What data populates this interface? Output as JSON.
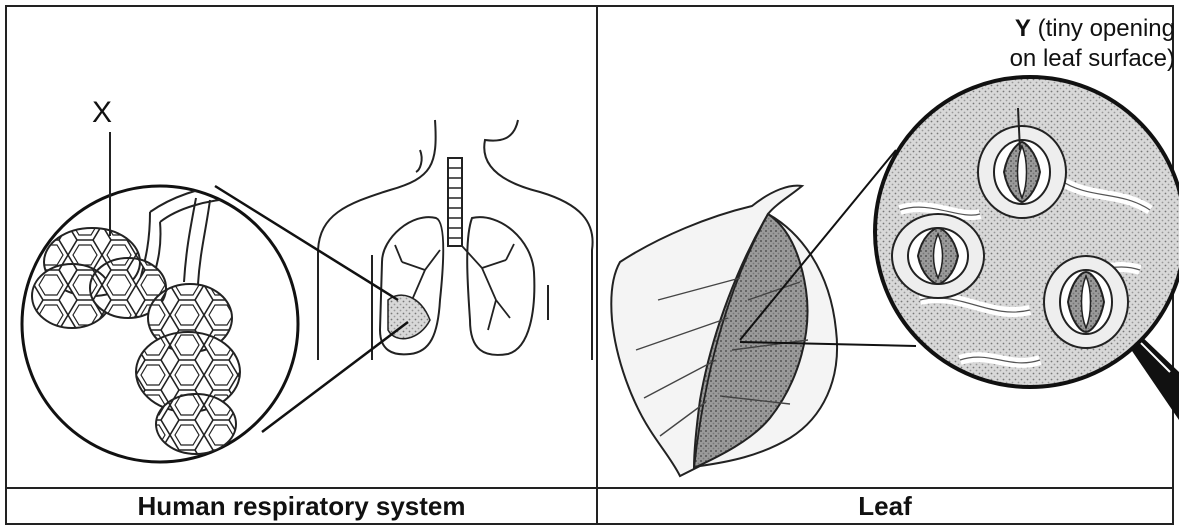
{
  "panels": [
    {
      "caption": "Human respiratory system"
    },
    {
      "caption": "Leaf"
    }
  ],
  "labels": {
    "x": "X",
    "y_letter": "Y",
    "y_text_line1": " (tiny opening",
    "y_text_line2": "on leaf surface)"
  }
}
